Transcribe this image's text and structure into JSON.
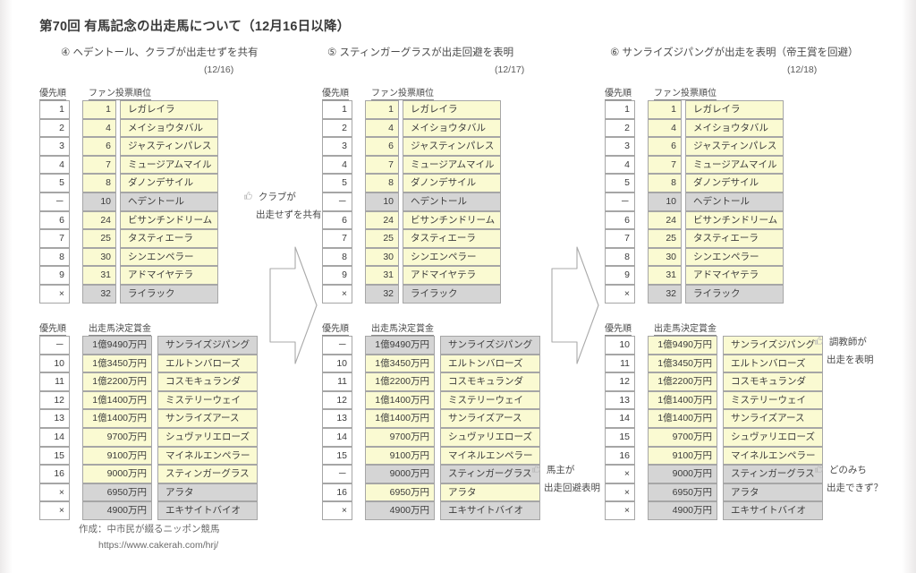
{
  "document": {
    "title": "第70回 有馬記念の出走馬について（12月16日以降）",
    "footer_credit": "作成：中市民が綴るニッポン競馬",
    "footer_url": "https://www.cakerah.com/hrj/"
  },
  "colors": {
    "fill_yellow": "#fafad2",
    "fill_gray": "#d5d5d5",
    "fill_white": "#ffffff",
    "border": "#a6a6a6",
    "text": "#3c3c3c",
    "page_background": "#ffffff"
  },
  "table_headers": {
    "priority": "優先順",
    "fan_vote": "ファン投票順位",
    "prize": "出走馬決定賞金"
  },
  "icons": {
    "note_marker": "thumbs-up-icon",
    "transition": "right-block-arrow-icon"
  },
  "panels": [
    {
      "id": "panel-4",
      "number": "④",
      "heading": "ヘデントール、クラブが出走せずを共有",
      "date": "(12/16)",
      "fan_table": {
        "rows": [
          {
            "priority": "1",
            "vote": "1",
            "horse": "レガレイラ",
            "fill": "fill-y"
          },
          {
            "priority": "2",
            "vote": "4",
            "horse": "メイショウタバル",
            "fill": "fill-y"
          },
          {
            "priority": "3",
            "vote": "6",
            "horse": "ジャスティンパレス",
            "fill": "fill-y"
          },
          {
            "priority": "4",
            "vote": "7",
            "horse": "ミュージアムマイル",
            "fill": "fill-y"
          },
          {
            "priority": "5",
            "vote": "8",
            "horse": "ダノンデサイル",
            "fill": "fill-y"
          },
          {
            "priority": "－",
            "vote": "10",
            "horse": "ヘデントール",
            "fill": "fill-g"
          },
          {
            "priority": "6",
            "vote": "24",
            "horse": "ビサンチンドリーム",
            "fill": "fill-y"
          },
          {
            "priority": "7",
            "vote": "25",
            "horse": "タスティエーラ",
            "fill": "fill-y"
          },
          {
            "priority": "8",
            "vote": "30",
            "horse": "シンエンペラー",
            "fill": "fill-y"
          },
          {
            "priority": "9",
            "vote": "31",
            "horse": "アドマイヤテラ",
            "fill": "fill-y"
          },
          {
            "priority": "×",
            "vote": "32",
            "horse": "ライラック",
            "fill": "fill-g"
          }
        ],
        "note": {
          "line1": "クラブが",
          "line2": "出走せずを共有",
          "row_index": 5
        }
      },
      "prize_table": {
        "rows": [
          {
            "priority": "－",
            "prize": "1億9490万円",
            "horse": "サンライズジパング",
            "fill": "fill-g"
          },
          {
            "priority": "10",
            "prize": "1億3450万円",
            "horse": "エルトンバローズ",
            "fill": "fill-y"
          },
          {
            "priority": "11",
            "prize": "1億2200万円",
            "horse": "コスモキュランダ",
            "fill": "fill-y"
          },
          {
            "priority": "12",
            "prize": "1億1400万円",
            "horse": "ミステリーウェイ",
            "fill": "fill-y"
          },
          {
            "priority": "13",
            "prize": "1億1400万円",
            "horse": "サンライズアース",
            "fill": "fill-y"
          },
          {
            "priority": "14",
            "prize": "9700万円",
            "horse": "シュヴァリエローズ",
            "fill": "fill-y"
          },
          {
            "priority": "15",
            "prize": "9100万円",
            "horse": "マイネルエンペラー",
            "fill": "fill-y"
          },
          {
            "priority": "16",
            "prize": "9000万円",
            "horse": "スティンガーグラス",
            "fill": "fill-y"
          },
          {
            "priority": "×",
            "prize": "6950万円",
            "horse": "アラタ",
            "fill": "fill-g"
          },
          {
            "priority": "×",
            "prize": "4900万円",
            "horse": "エキサイトバイオ",
            "fill": "fill-g"
          }
        ],
        "note": null
      }
    },
    {
      "id": "panel-5",
      "number": "⑤",
      "heading": "スティンガーグラスが出走回避を表明",
      "date": "(12/17)",
      "fan_table": {
        "rows": [
          {
            "priority": "1",
            "vote": "1",
            "horse": "レガレイラ",
            "fill": "fill-y"
          },
          {
            "priority": "2",
            "vote": "4",
            "horse": "メイショウタバル",
            "fill": "fill-y"
          },
          {
            "priority": "3",
            "vote": "6",
            "horse": "ジャスティンパレス",
            "fill": "fill-y"
          },
          {
            "priority": "4",
            "vote": "7",
            "horse": "ミュージアムマイル",
            "fill": "fill-y"
          },
          {
            "priority": "5",
            "vote": "8",
            "horse": "ダノンデサイル",
            "fill": "fill-y"
          },
          {
            "priority": "－",
            "vote": "10",
            "horse": "ヘデントール",
            "fill": "fill-g"
          },
          {
            "priority": "6",
            "vote": "24",
            "horse": "ビサンチンドリーム",
            "fill": "fill-y"
          },
          {
            "priority": "7",
            "vote": "25",
            "horse": "タスティエーラ",
            "fill": "fill-y"
          },
          {
            "priority": "8",
            "vote": "30",
            "horse": "シンエンペラー",
            "fill": "fill-y"
          },
          {
            "priority": "9",
            "vote": "31",
            "horse": "アドマイヤテラ",
            "fill": "fill-y"
          },
          {
            "priority": "×",
            "vote": "32",
            "horse": "ライラック",
            "fill": "fill-g"
          }
        ],
        "note": null
      },
      "prize_table": {
        "rows": [
          {
            "priority": "－",
            "prize": "1億9490万円",
            "horse": "サンライズジパング",
            "fill": "fill-g"
          },
          {
            "priority": "10",
            "prize": "1億3450万円",
            "horse": "エルトンバローズ",
            "fill": "fill-y"
          },
          {
            "priority": "11",
            "prize": "1億2200万円",
            "horse": "コスモキュランダ",
            "fill": "fill-y"
          },
          {
            "priority": "12",
            "prize": "1億1400万円",
            "horse": "ミステリーウェイ",
            "fill": "fill-y"
          },
          {
            "priority": "13",
            "prize": "1億1400万円",
            "horse": "サンライズアース",
            "fill": "fill-y"
          },
          {
            "priority": "14",
            "prize": "9700万円",
            "horse": "シュヴァリエローズ",
            "fill": "fill-y"
          },
          {
            "priority": "15",
            "prize": "9100万円",
            "horse": "マイネルエンペラー",
            "fill": "fill-y"
          },
          {
            "priority": "－",
            "prize": "9000万円",
            "horse": "スティンガーグラス",
            "fill": "fill-g"
          },
          {
            "priority": "16",
            "prize": "6950万円",
            "horse": "アラタ",
            "fill": "fill-y"
          },
          {
            "priority": "×",
            "prize": "4900万円",
            "horse": "エキサイトバイオ",
            "fill": "fill-g"
          }
        ],
        "note": {
          "line1": "馬主が",
          "line2": "出走回避表明",
          "row_index": 7
        }
      }
    },
    {
      "id": "panel-6",
      "number": "⑥",
      "heading": "サンライズジパングが出走を表明（帝王賞を回避）",
      "date": "(12/18)",
      "fan_table": {
        "rows": [
          {
            "priority": "1",
            "vote": "1",
            "horse": "レガレイラ",
            "fill": "fill-y"
          },
          {
            "priority": "2",
            "vote": "4",
            "horse": "メイショウタバル",
            "fill": "fill-y"
          },
          {
            "priority": "3",
            "vote": "6",
            "horse": "ジャスティンパレス",
            "fill": "fill-y"
          },
          {
            "priority": "4",
            "vote": "7",
            "horse": "ミュージアムマイル",
            "fill": "fill-y"
          },
          {
            "priority": "5",
            "vote": "8",
            "horse": "ダノンデサイル",
            "fill": "fill-y"
          },
          {
            "priority": "－",
            "vote": "10",
            "horse": "ヘデントール",
            "fill": "fill-g"
          },
          {
            "priority": "6",
            "vote": "24",
            "horse": "ビサンチンドリーム",
            "fill": "fill-y"
          },
          {
            "priority": "7",
            "vote": "25",
            "horse": "タスティエーラ",
            "fill": "fill-y"
          },
          {
            "priority": "8",
            "vote": "30",
            "horse": "シンエンペラー",
            "fill": "fill-y"
          },
          {
            "priority": "9",
            "vote": "31",
            "horse": "アドマイヤテラ",
            "fill": "fill-y"
          },
          {
            "priority": "×",
            "vote": "32",
            "horse": "ライラック",
            "fill": "fill-g"
          }
        ],
        "note": null
      },
      "prize_table": {
        "rows": [
          {
            "priority": "10",
            "prize": "1億9490万円",
            "horse": "サンライズジパング",
            "fill": "fill-y"
          },
          {
            "priority": "11",
            "prize": "1億3450万円",
            "horse": "エルトンバローズ",
            "fill": "fill-y"
          },
          {
            "priority": "12",
            "prize": "1億2200万円",
            "horse": "コスモキュランダ",
            "fill": "fill-y"
          },
          {
            "priority": "13",
            "prize": "1億1400万円",
            "horse": "ミステリーウェイ",
            "fill": "fill-y"
          },
          {
            "priority": "14",
            "prize": "1億1400万円",
            "horse": "サンライズアース",
            "fill": "fill-y"
          },
          {
            "priority": "15",
            "prize": "9700万円",
            "horse": "シュヴァリエローズ",
            "fill": "fill-y"
          },
          {
            "priority": "16",
            "prize": "9100万円",
            "horse": "マイネルエンペラー",
            "fill": "fill-y"
          },
          {
            "priority": "×",
            "prize": "9000万円",
            "horse": "スティンガーグラス",
            "fill": "fill-g"
          },
          {
            "priority": "×",
            "prize": "6950万円",
            "horse": "アラタ",
            "fill": "fill-g"
          },
          {
            "priority": "×",
            "prize": "4900万円",
            "horse": "エキサイトバイオ",
            "fill": "fill-g"
          }
        ],
        "notes": [
          {
            "line1": "調教師が",
            "line2": "出走を表明",
            "row_index": 0
          },
          {
            "line1": "どのみち",
            "line2": "出走できず？",
            "row_index": 7
          }
        ]
      }
    }
  ]
}
